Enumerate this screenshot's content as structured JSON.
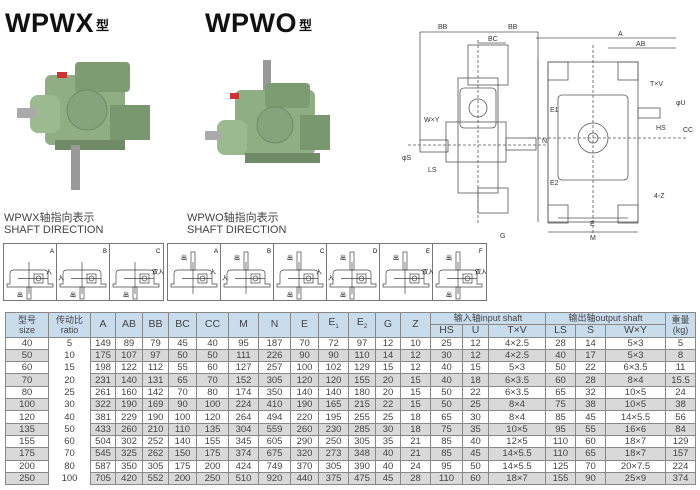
{
  "titles": {
    "wpwx": "WPWX",
    "wpwo": "WPWO",
    "suffix": "型"
  },
  "shaft_direction": {
    "wpwx": {
      "label_cn": "WPWX轴指向表示",
      "label_en": "SHAFT DIRECTION",
      "boxes": [
        {
          "letter": "A",
          "in_side": "right",
          "out": [
            "down"
          ],
          "in_label": "入",
          "out_label": "出"
        },
        {
          "letter": "B",
          "in_side": "left",
          "out": [
            "down"
          ],
          "in_label": "入",
          "out_label": "出"
        },
        {
          "letter": "C",
          "in_side": "right",
          "out": [
            "down"
          ],
          "in_label": "双入",
          "out_label": "出"
        }
      ]
    },
    "wpwo": {
      "label_cn": "WPWO轴指向表示",
      "label_en": "SHAFT DIRECTION",
      "boxes": [
        {
          "letter": "A",
          "in_side": "right",
          "out": [
            "up"
          ],
          "in_label": "入",
          "out_label": "出"
        },
        {
          "letter": "B",
          "in_side": "left",
          "out": [
            "up"
          ],
          "in_label": "入",
          "out_label": "出"
        },
        {
          "letter": "C",
          "in_side": "right",
          "out": [
            "up",
            "down"
          ],
          "in_label": "入",
          "out_label": "出"
        },
        {
          "letter": "D",
          "in_side": "left",
          "out": [
            "up",
            "down"
          ],
          "in_label": "入",
          "out_label": "出"
        },
        {
          "letter": "E",
          "in_side": "right",
          "out": [
            "up"
          ],
          "in_label": "双入",
          "out_label": "出"
        },
        {
          "letter": "F",
          "in_side": "right",
          "out": [
            "up",
            "down"
          ],
          "in_label": "双入",
          "out_label": "出"
        }
      ]
    }
  },
  "drawing_labels": {
    "bb": "BB",
    "bc": "BC",
    "wxy": "W×Y",
    "s": "φS",
    "ls": "LS",
    "g": "G",
    "a": "A",
    "ab": "AB",
    "txv": "T×V",
    "u": "φU",
    "hs": "HS",
    "cc": "CC",
    "n": "N",
    "e1": "E1",
    "e2": "E2",
    "e": "E",
    "m": "M",
    "z": "4-Z"
  },
  "table": {
    "headers": {
      "size_cn": "型号",
      "size_en": "size",
      "ratio_cn": "传动比",
      "ratio_en": "ratio",
      "input_shaft": "输入轴input shaft",
      "output_shaft": "输出轴output shaft",
      "weight_cn": "重量",
      "weight_en": "(kg)",
      "dims": [
        "A",
        "AB",
        "BB",
        "BC",
        "CC",
        "M",
        "N",
        "E",
        "E1",
        "E2",
        "G",
        "Z"
      ],
      "input": [
        "HS",
        "U",
        "T×V"
      ],
      "output": [
        "LS",
        "S",
        "W×Y"
      ]
    },
    "rows": [
      [
        "40",
        "5",
        "149",
        "89",
        "79",
        "45",
        "40",
        "95",
        "187",
        "70",
        "72",
        "97",
        "12",
        "10",
        "25",
        "12",
        "4×2.5",
        "28",
        "14",
        "5×3",
        "5"
      ],
      [
        "50",
        "10",
        "175",
        "107",
        "97",
        "50",
        "50",
        "111",
        "226",
        "90",
        "90",
        "110",
        "14",
        "12",
        "30",
        "12",
        "4×2.5",
        "40",
        "17",
        "5×3",
        "8"
      ],
      [
        "60",
        "15",
        "198",
        "122",
        "112",
        "55",
        "60",
        "127",
        "257",
        "100",
        "102",
        "129",
        "15",
        "12",
        "40",
        "15",
        "5×3",
        "50",
        "22",
        "6×3.5",
        "11"
      ],
      [
        "70",
        "20",
        "231",
        "140",
        "131",
        "65",
        "70",
        "152",
        "305",
        "120",
        "120",
        "155",
        "20",
        "15",
        "40",
        "18",
        "6×3.5",
        "60",
        "28",
        "8×4",
        "15.5"
      ],
      [
        "80",
        "25",
        "261",
        "160",
        "142",
        "70",
        "80",
        "174",
        "350",
        "140",
        "140",
        "180",
        "20",
        "15",
        "50",
        "22",
        "6×3.5",
        "65",
        "32",
        "10×5",
        "24"
      ],
      [
        "100",
        "30",
        "322",
        "190",
        "169",
        "90",
        "100",
        "224",
        "410",
        "190",
        "165",
        "215",
        "22",
        "15",
        "50",
        "25",
        "8×4",
        "75",
        "38",
        "10×5",
        "38"
      ],
      [
        "120",
        "40",
        "381",
        "229",
        "190",
        "100",
        "120",
        "264",
        "494",
        "220",
        "195",
        "255",
        "25",
        "18",
        "65",
        "30",
        "8×4",
        "85",
        "45",
        "14×5.5",
        "56"
      ],
      [
        "135",
        "50",
        "433",
        "260",
        "210",
        "110",
        "135",
        "304",
        "559",
        "260",
        "230",
        "285",
        "30",
        "18",
        "75",
        "35",
        "10×5",
        "95",
        "55",
        "16×6",
        "84"
      ],
      [
        "155",
        "60",
        "504",
        "302",
        "252",
        "140",
        "155",
        "345",
        "605",
        "290",
        "250",
        "305",
        "35",
        "21",
        "85",
        "40",
        "12×5",
        "110",
        "60",
        "18×7",
        "129"
      ],
      [
        "175",
        "70",
        "545",
        "325",
        "262",
        "150",
        "175",
        "374",
        "675",
        "320",
        "273",
        "348",
        "40",
        "21",
        "85",
        "45",
        "14×5.5",
        "110",
        "65",
        "18×7",
        "157"
      ],
      [
        "200",
        "80",
        "587",
        "350",
        "305",
        "175",
        "200",
        "424",
        "749",
        "370",
        "305",
        "390",
        "40",
        "24",
        "95",
        "50",
        "14×5.5",
        "125",
        "70",
        "20×7.5",
        "224"
      ],
      [
        "250",
        "100",
        "705",
        "420",
        "552",
        "200",
        "250",
        "510",
        "920",
        "440",
        "375",
        "475",
        "45",
        "28",
        "110",
        "60",
        "18×7",
        "155",
        "90",
        "25×9",
        "374"
      ]
    ]
  },
  "colors": {
    "header_bg": "#c9dcec",
    "row_alt": "#d9d9d9",
    "gearbox_green": "#8fae84"
  }
}
